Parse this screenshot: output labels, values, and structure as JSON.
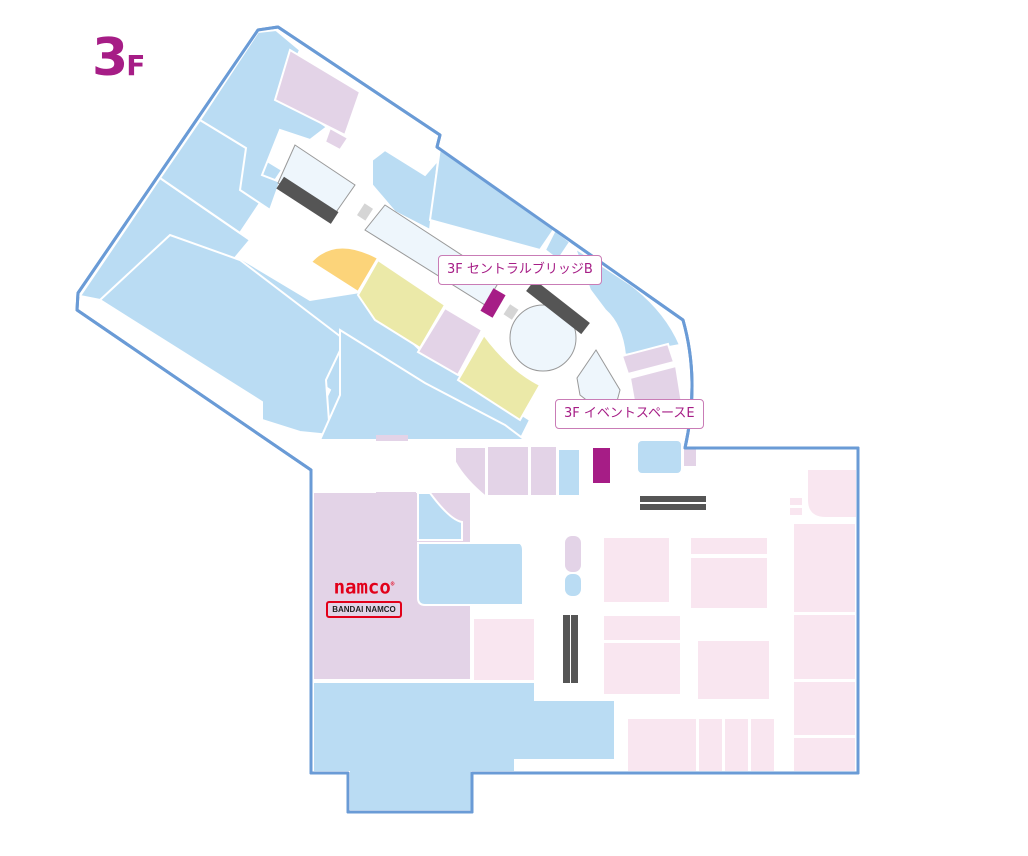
{
  "floor": {
    "number": "3",
    "unit": "F"
  },
  "callouts": [
    {
      "id": "central-bridge-b",
      "label": "3F セントラルブリッジB"
    },
    {
      "id": "event-space-e",
      "label": "3F イベントスペースE"
    }
  ],
  "tenants": {
    "namco": {
      "wordmark": "namco",
      "registered": "®",
      "sublogo": "BANDAI NAMCO"
    }
  },
  "colors": {
    "floor_label": "#a61d86",
    "outline": "#6a9bd6",
    "shop_blue": "#badcf3",
    "shop_purple": "#e3d3e7",
    "shop_pink": "#f9e6f0",
    "shop_yellow": "#ebe9a8",
    "shop_orange": "#fcd47a",
    "highlight": "#a61d86",
    "escalator": "#555555",
    "void": "#eef6fc"
  }
}
